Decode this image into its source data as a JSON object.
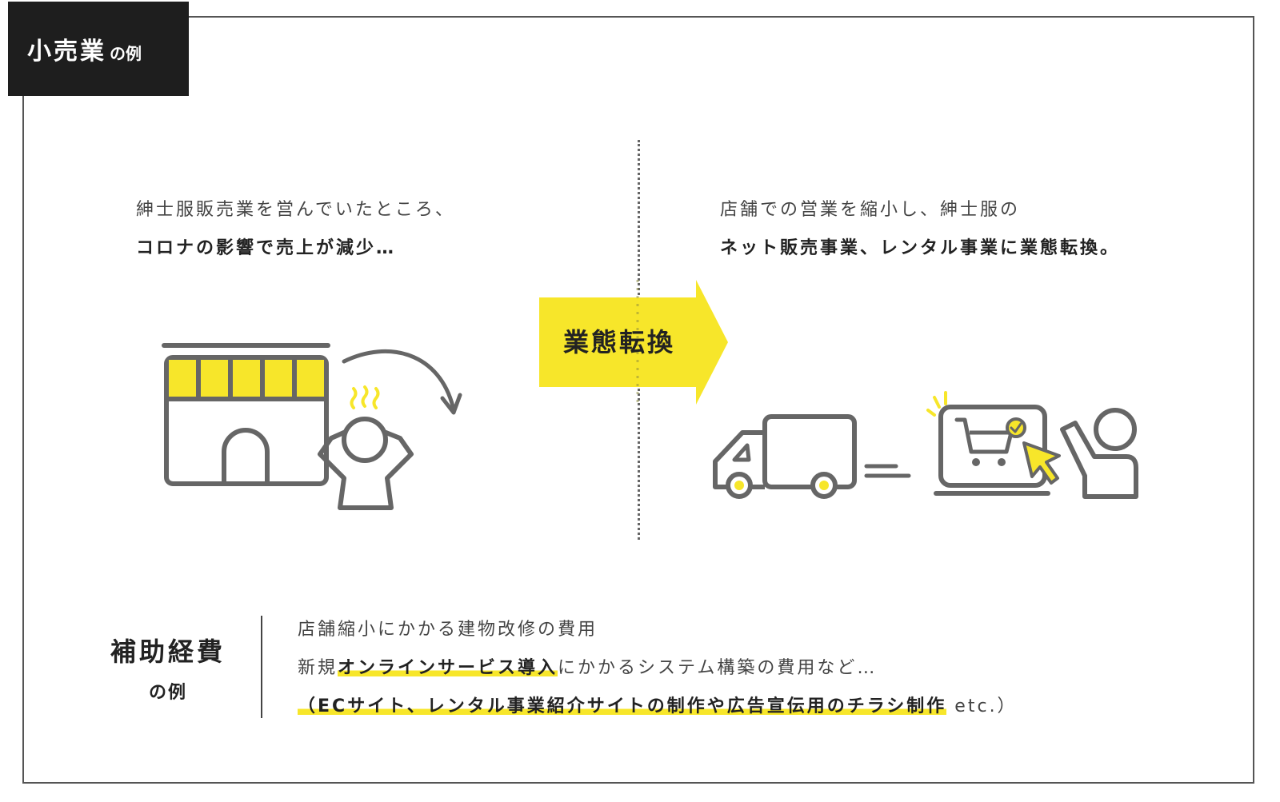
{
  "header": {
    "title_main": "小売業",
    "title_sub": "の例"
  },
  "before": {
    "line1": "紳士服販売業を営んでいたところ、",
    "line2": "コロナの影響で売上が減少…"
  },
  "after": {
    "line1": "店舗での営業を縮小し、紳士服の",
    "line2": "ネット販売事業、レンタル事業に業態転換。"
  },
  "arrow_label": "業態転換",
  "cost": {
    "title": "補助経費",
    "subtitle": "の例",
    "line1": "店舗縮小にかかる建物改修の費用",
    "line2_pre": "新規",
    "line2_hl": "オンラインサービス導入",
    "line2_post": "にかかるシステム構築の費用など…",
    "line3_open": "（",
    "line3_hl": "ECサイト、レンタル事業紹介サイトの制作や広告宣伝用のチラシ制作",
    "line3_post": " etc.）"
  },
  "colors": {
    "accent": "#f7e62a",
    "line": "#666666",
    "dark": "#1e1e1e"
  },
  "icons": [
    "store-icon",
    "worried-person-icon",
    "curved-arrow-icon",
    "truck-icon",
    "laptop-cart-icon",
    "cursor-icon",
    "raising-hand-person-icon"
  ]
}
